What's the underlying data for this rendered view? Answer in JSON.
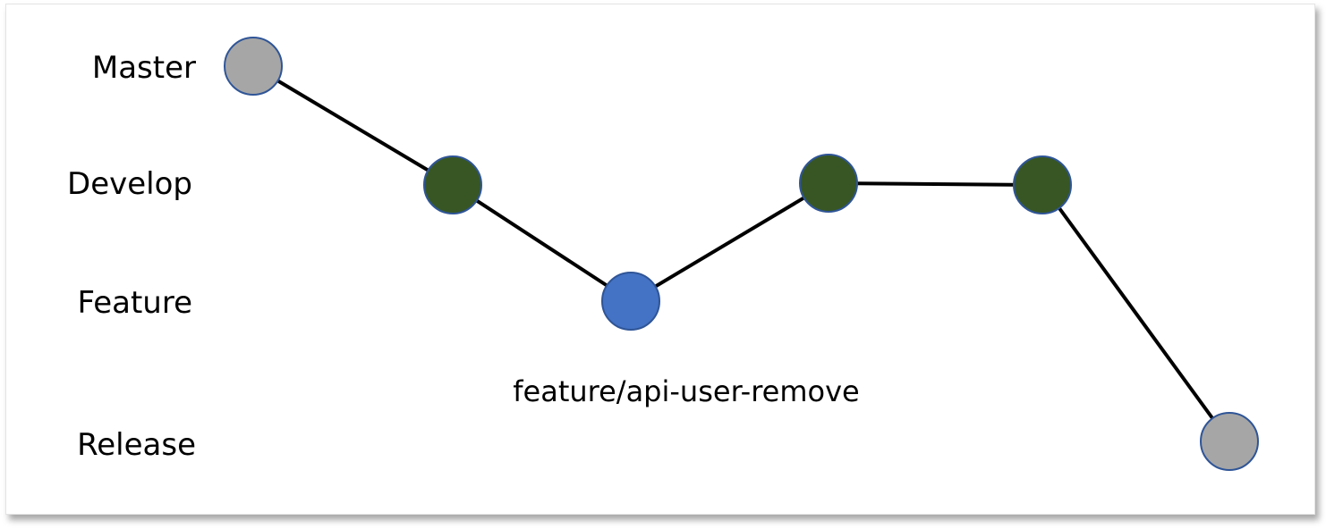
{
  "lanes": {
    "master": "Master",
    "develop": "Develop",
    "feature": "Feature",
    "release": "Release"
  },
  "branch_name": "feature/api-user-remove",
  "colors": {
    "master_commit": "#a6a6a6",
    "develop_commit": "#375623",
    "feature_commit": "#4472c4",
    "release_commit": "#a6a6a6",
    "commit_outline": "#2f5597",
    "connector": "#000000"
  }
}
